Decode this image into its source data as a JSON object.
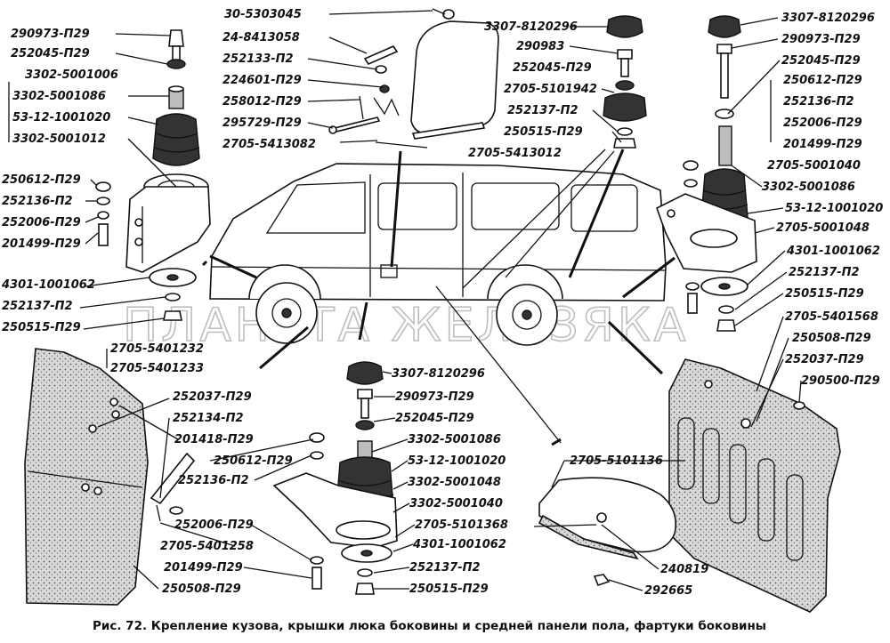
{
  "caption": "Рис. 72. Крепление кузова, крышки люка боковины и средней панели пола, фартуки боковины",
  "watermark": "ПЛАНЕТА ЖЕЛЕЗЯКА",
  "labels": {
    "l01": "290973-П29",
    "l02": "252045-П29",
    "l03": "3302-5001006",
    "l04": "3302-5001086",
    "l05": "53-12-1001020",
    "l06": "3302-5001012",
    "l07": "250612-П29",
    "l08": "252136-П2",
    "l09": "252006-П29",
    "l10": "201499-П29",
    "l11": "4301-1001062",
    "l12": "252137-П2",
    "l13": "250515-П29",
    "l14": "30-5303045",
    "l15": "24-8413058",
    "l16": "252133-П2",
    "l17": "224601-П29",
    "l18": "258012-П29",
    "l19": "295729-П29",
    "l20": "2705-5413082",
    "l21": "2705-5413012",
    "l22": "3307-8120296",
    "l23": "290983",
    "l24": "252045-П29",
    "l25": "2705-5101942",
    "l26": "252137-П2",
    "l27": "250515-П29",
    "l28": "3307-8120296",
    "l29": "290973-П29",
    "l30": "252045-П29",
    "l31": "250612-П29",
    "l32": "252136-П2",
    "l33": "252006-П29",
    "l34": "201499-П29",
    "l35": "2705-5001040",
    "l36": "3302-5001086",
    "l37": "53-12-1001020",
    "l38": "2705-5001048",
    "l39": "4301-1001062",
    "l40": "252137-П2",
    "l41": "250515-П29",
    "l42": "2705-5401568",
    "l43": "250508-П29",
    "l44": "252037-П29",
    "l45": "290500-П29",
    "l46": "2705-5401232",
    "l47": "2705-5401233",
    "l48": "252037-П29",
    "l49": "252134-П2",
    "l50": "201418-П29",
    "l51": "250612-П29",
    "l52": "252136-П2",
    "l53": "252006-П29",
    "l54": "2705-5401258",
    "l55": "201499-П29",
    "l56": "250508-П29",
    "l57": "3307-8120296",
    "l58": "290973-П29",
    "l59": "252045-П29",
    "l60": "3302-5001086",
    "l61": "53-12-1001020",
    "l62": "3302-5001048",
    "l63": "3302-5001040",
    "l64": "2705-5101368",
    "l65": "4301-1001062",
    "l66": "252137-П2",
    "l67": "250515-П29",
    "l68": "2705-5101136",
    "l69": "240819",
    "l70": "292665"
  }
}
